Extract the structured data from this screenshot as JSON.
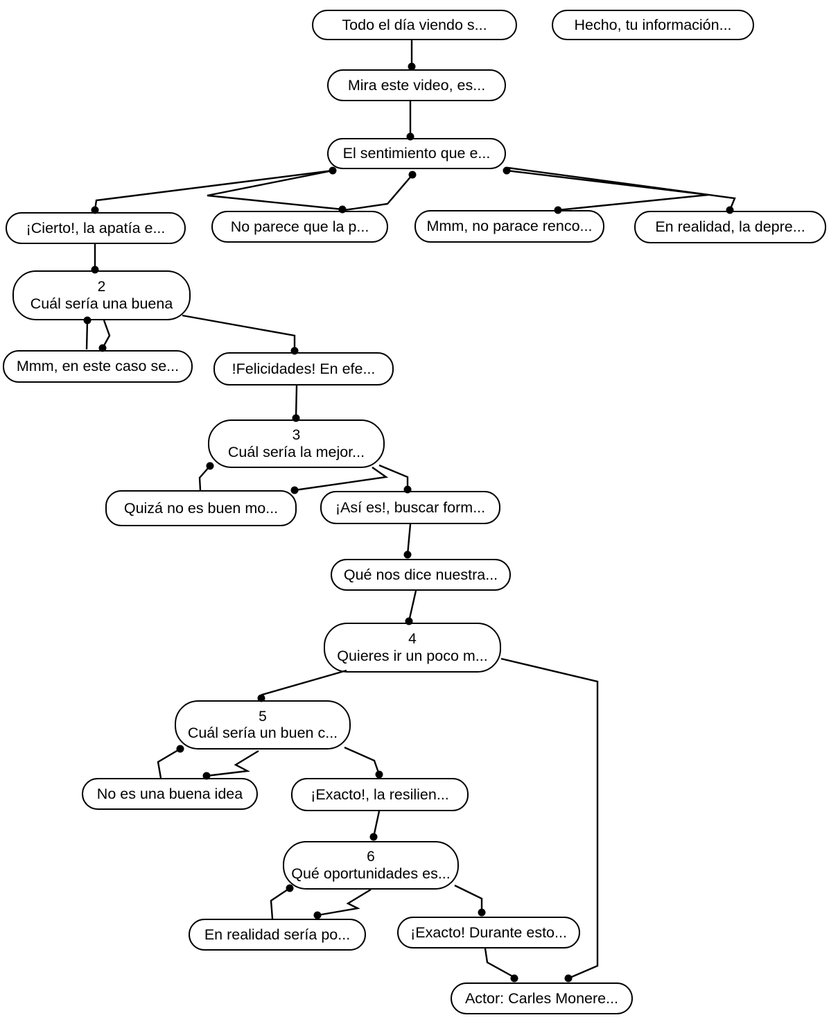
{
  "diagram": {
    "type": "dialogue-tree",
    "colors": {
      "node_fill": "#ffffff",
      "node_border": "#000000",
      "edge": "#000000",
      "text": "#000000"
    },
    "nodes": [
      {
        "id": "todo",
        "number": "",
        "label": "Todo el día viendo s..."
      },
      {
        "id": "hecho",
        "number": "",
        "label": "Hecho, tu información..."
      },
      {
        "id": "mira",
        "number": "",
        "label": "Mira este video, es..."
      },
      {
        "id": "sentimiento",
        "number": "",
        "label": "El sentimiento que e..."
      },
      {
        "id": "cierto",
        "number": "",
        "label": "¡Cierto!, la apatía e..."
      },
      {
        "id": "noparece",
        "number": "",
        "label": "No parece que la p..."
      },
      {
        "id": "mmmno",
        "number": "",
        "label": "Mmm, no parace renco..."
      },
      {
        "id": "enrealidad",
        "number": "",
        "label": "En realidad, la depre..."
      },
      {
        "id": "node2",
        "number": "2",
        "label": "Cuál sería una buena"
      },
      {
        "id": "mmmeste",
        "number": "",
        "label": "Mmm, en este caso se..."
      },
      {
        "id": "felicidades",
        "number": "",
        "label": "!Felicidades! En efe..."
      },
      {
        "id": "node3",
        "number": "3",
        "label": "Cuál sería la mejor..."
      },
      {
        "id": "quiza",
        "number": "",
        "label": "Quizá no es buen mo..."
      },
      {
        "id": "asies",
        "number": "",
        "label": "¡Así es!, buscar form..."
      },
      {
        "id": "quenos",
        "number": "",
        "label": "Qué nos dice nuestra..."
      },
      {
        "id": "node4",
        "number": "4",
        "label": "Quieres ir un poco m..."
      },
      {
        "id": "node5",
        "number": "5",
        "label": "Cuál sería un buen c..."
      },
      {
        "id": "noesbuena",
        "number": "",
        "label": "No es una buena idea"
      },
      {
        "id": "exactoresil",
        "number": "",
        "label": "¡Exacto!, la resilien..."
      },
      {
        "id": "node6",
        "number": "6",
        "label": "Qué oportunidades es..."
      },
      {
        "id": "enrealidadseria",
        "number": "",
        "label": "En realidad sería po..."
      },
      {
        "id": "exactodurante",
        "number": "",
        "label": "¡Exacto! Durante esto..."
      },
      {
        "id": "actor",
        "number": "",
        "label": "Actor: Carles Monere..."
      }
    ],
    "edges": [
      {
        "from": "todo",
        "to": "mira"
      },
      {
        "from": "mira",
        "to": "sentimiento"
      },
      {
        "from": "sentimiento",
        "to": "cierto"
      },
      {
        "from": "sentimiento",
        "to": "noparece"
      },
      {
        "from": "sentimiento",
        "to": "noparece"
      },
      {
        "from": "sentimiento",
        "to": "mmmno"
      },
      {
        "from": "sentimiento",
        "to": "enrealidad"
      },
      {
        "from": "cierto",
        "to": "node2"
      },
      {
        "from": "node2",
        "to": "mmmeste"
      },
      {
        "from": "node2",
        "to": "mmmeste"
      },
      {
        "from": "node2",
        "to": "felicidades"
      },
      {
        "from": "felicidades",
        "to": "node3"
      },
      {
        "from": "node3",
        "to": "quiza"
      },
      {
        "from": "node3",
        "to": "quiza"
      },
      {
        "from": "node3",
        "to": "asies"
      },
      {
        "from": "asies",
        "to": "quenos"
      },
      {
        "from": "quenos",
        "to": "node4"
      },
      {
        "from": "node4",
        "to": "node5"
      },
      {
        "from": "node4",
        "to": "actor"
      },
      {
        "from": "node5",
        "to": "noesbuena"
      },
      {
        "from": "node5",
        "to": "noesbuena"
      },
      {
        "from": "node5",
        "to": "exactoresil"
      },
      {
        "from": "exactoresil",
        "to": "node6"
      },
      {
        "from": "node6",
        "to": "enrealidadseria"
      },
      {
        "from": "node6",
        "to": "enrealidadseria"
      },
      {
        "from": "node6",
        "to": "exactodurante"
      },
      {
        "from": "exactodurante",
        "to": "actor"
      }
    ]
  }
}
